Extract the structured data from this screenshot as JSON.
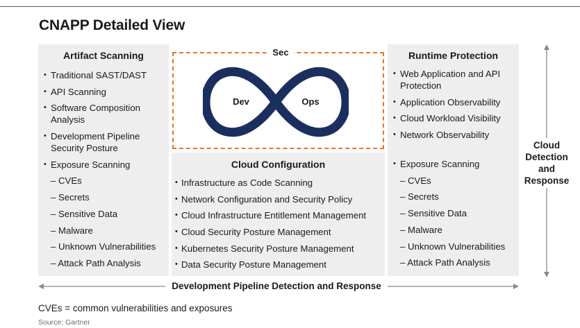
{
  "title": "CNAPP Detailed View",
  "left_panel": {
    "title": "Artifact Scanning",
    "items": [
      {
        "text": "Traditional SAST/DAST",
        "kind": "bullet"
      },
      {
        "text": "API Scanning",
        "kind": "bullet"
      },
      {
        "text": "Software Composition Analysis",
        "kind": "bullet"
      },
      {
        "text": "Development Pipeline Security Posture",
        "kind": "bullet"
      },
      {
        "text": "Exposure Scanning",
        "kind": "bullet"
      },
      {
        "text": "– CVEs",
        "kind": "sub"
      },
      {
        "text": "– Secrets",
        "kind": "sub"
      },
      {
        "text": "– Sensitive Data",
        "kind": "sub"
      },
      {
        "text": "– Malware",
        "kind": "sub"
      },
      {
        "text": "– Unknown Vulnerabilities",
        "kind": "sub"
      },
      {
        "text": "– Attack Path Analysis",
        "kind": "sub"
      }
    ]
  },
  "devsecops": {
    "sec_label": "Sec",
    "dev_label": "Dev",
    "ops_label": "Ops",
    "loop_color": "#1b2f5e",
    "border_color": "#e8742a"
  },
  "middle_panel": {
    "title": "Cloud Configuration",
    "items": [
      {
        "text": "Infrastructure as Code Scanning",
        "kind": "bullet"
      },
      {
        "text": "Network Configuration and Security Policy",
        "kind": "bullet"
      },
      {
        "text": "Cloud Infrastructure Entitlement Management",
        "kind": "bullet"
      },
      {
        "text": "Cloud Security Posture Management",
        "kind": "bullet"
      },
      {
        "text": "Kubernetes Security Posture Management",
        "kind": "bullet"
      },
      {
        "text": "Data Security Posture Management",
        "kind": "bullet"
      }
    ]
  },
  "right_panel": {
    "title": "Runtime Protection",
    "items": [
      {
        "text": "Web Application and API Protection",
        "kind": "bullet"
      },
      {
        "text": "Application Observability",
        "kind": "bullet"
      },
      {
        "text": "Cloud Workload Visibility",
        "kind": "bullet"
      },
      {
        "text": "Network Observability",
        "kind": "bullet",
        "gap": true
      },
      {
        "text": "Exposure Scanning",
        "kind": "bullet"
      },
      {
        "text": "– CVEs",
        "kind": "sub"
      },
      {
        "text": "– Secrets",
        "kind": "sub"
      },
      {
        "text": "– Sensitive Data",
        "kind": "sub"
      },
      {
        "text": "– Malware",
        "kind": "sub"
      },
      {
        "text": "– Unknown Vulnerabilities",
        "kind": "sub"
      },
      {
        "text": "– Attack Path Analysis",
        "kind": "sub"
      }
    ]
  },
  "side_label": "Cloud Detection and Response",
  "bottom_label": "Development Pipeline Detection and Response",
  "footnote": "CVEs = common vulnerabilities and exposures",
  "source": "Source: Gartner",
  "arrow_color": "#8a8a8a"
}
